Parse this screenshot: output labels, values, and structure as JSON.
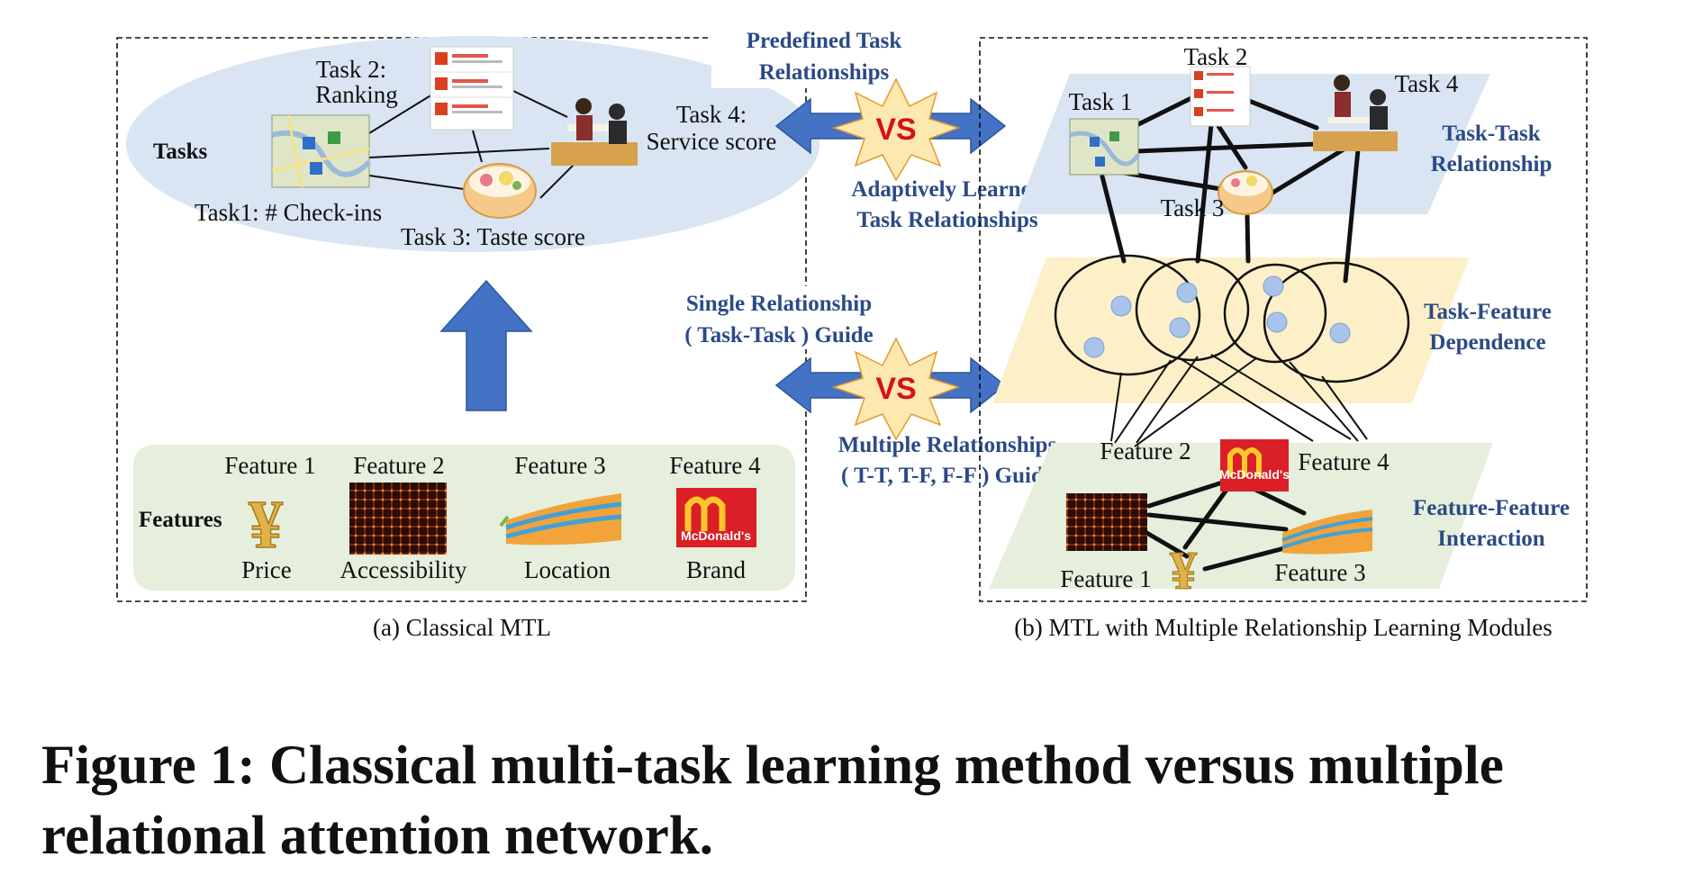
{
  "left_panel": {
    "tasks_header": "Tasks",
    "task1": "Task1: # Check-ins",
    "task2_line1": "Task 2:",
    "task2_line2": "Ranking",
    "task3": "Task 3: Taste score",
    "task4_line1": "Task 4:",
    "task4_line2": "Service score",
    "features_header": "Features",
    "features": [
      {
        "name": "Feature 1",
        "label": "Price"
      },
      {
        "name": "Feature 2",
        "label": "Accessibility"
      },
      {
        "name": "Feature 3",
        "label": "Location"
      },
      {
        "name": "Feature 4",
        "label": "Brand"
      }
    ],
    "caption": "(a) Classical MTL"
  },
  "middle": {
    "predefined_line1": "Predefined Task",
    "predefined_line2": "Relationships",
    "adaptive_line1": "Adaptively Learned",
    "adaptive_line2": "Task Relationships",
    "single_line1": "Single Relationship",
    "single_line2": "( Task-Task ) Guide",
    "multiple_line1": "Multiple Relationships",
    "multiple_line2": "( T-T, T-F, F-F ) Guide",
    "vs_label": "VS"
  },
  "right_panel": {
    "task1": "Task 1",
    "task2": "Task 2",
    "task3": "Task 3",
    "task4": "Task 4",
    "tt_line1": "Task-Task",
    "tt_line2": "Relationship",
    "tf_line1": "Task-Feature",
    "tf_line2": "Dependence",
    "ff_line1": "Feature-Feature",
    "ff_line2": "Interaction",
    "feature1": "Feature 1",
    "feature2": "Feature 2",
    "feature3": "Feature 3",
    "feature4": "Feature 4",
    "caption": "(b) MTL with Multiple Relationship Learning Modules"
  },
  "logo_text": "McDonald's",
  "yen_symbol": "¥",
  "figure_caption": "Figure 1:  Classical multi-task learning method versus multiple relational attention network.",
  "colors": {
    "arrow_blue": "#4472c4",
    "ellipse_blue": "#d9e5f3",
    "feature_green": "#e5efdc",
    "dependence_yellow": "#fdf0c8",
    "label_blue": "#2b4a86",
    "vs_red": "#d6101a",
    "burst_yellow": "#fde9b0",
    "logo_red": "#da1f26",
    "logo_yellow": "#ffc72c"
  }
}
